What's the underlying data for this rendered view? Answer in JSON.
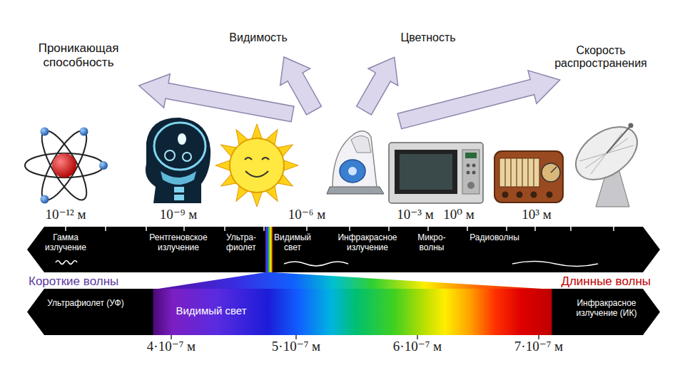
{
  "diagram": {
    "nodes": [
      {
        "text": [
          "Гамма излучение",
          "Рентгеновское излучение",
          "Ультра- фиолет",
          "Видимый свет",
          "Инфракрасное излучение",
          "Микро- волны",
          "Радиоволны"
        ]
      },
      {
        "text": [
          "Ультрафиолет (УФ)",
          "Видимый свет",
          "Инфракрасное излучение (ИК)"
        ]
      }
    ],
    "labels": [
      "Проникающая способность",
      "Видимость",
      "Цветность",
      "Скорость распространения",
      "10⁻¹² м",
      "10⁻⁹ м",
      "10⁻⁶ м",
      "10⁻³ м",
      "10⁰ м",
      "10³ м",
      "Короткие волны",
      "Длинные волны",
      "4·10⁻⁷ м",
      "5·10⁻⁷ м",
      "6·10⁻⁷ м",
      "7·10⁻⁷ м"
    ]
  }
}
